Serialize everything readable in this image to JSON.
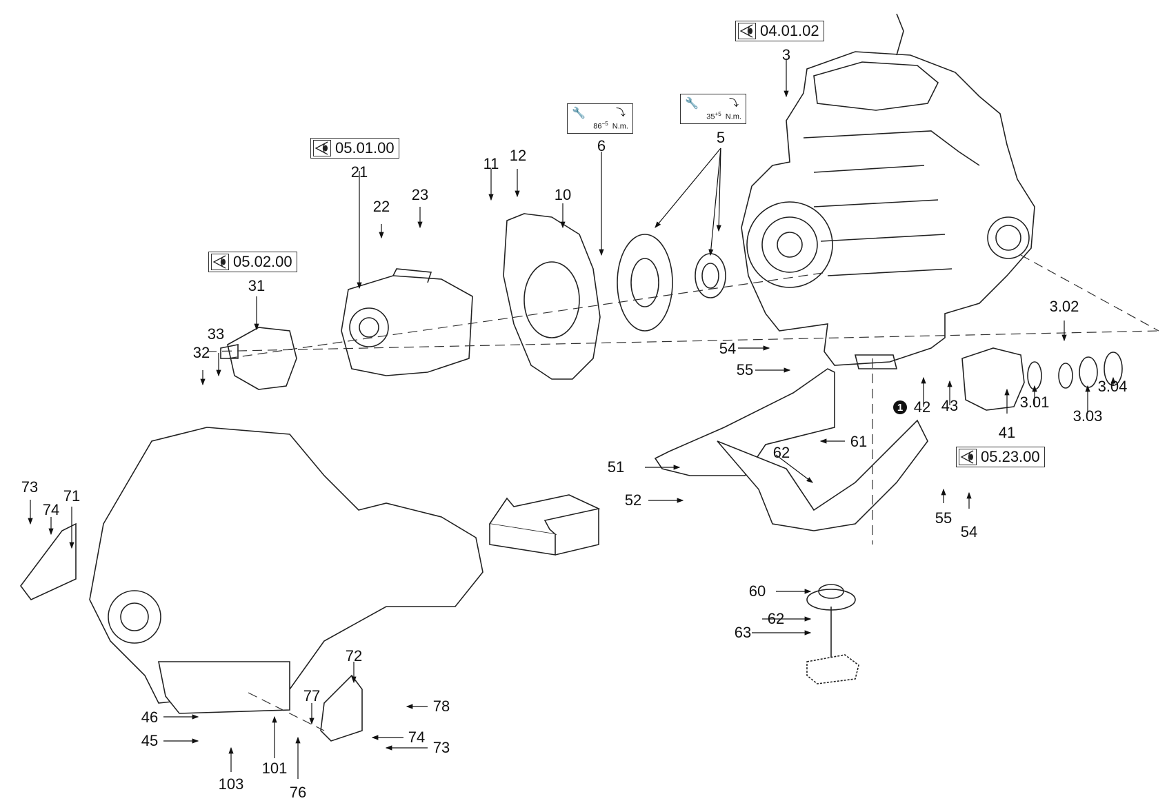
{
  "diagram": {
    "type": "exploded-parts-diagram",
    "subject": "engine assembly with hydraulic pumps and mounting brackets"
  },
  "references": [
    {
      "id": "ref-04-01-02",
      "label": "04.01.02"
    },
    {
      "id": "ref-05-01-00",
      "label": "05.01.00"
    },
    {
      "id": "ref-05-02-00",
      "label": "05.02.00"
    },
    {
      "id": "ref-05-23-00",
      "label": "05.23.00"
    }
  ],
  "torque_specs": [
    {
      "id": "torque-86",
      "value": "86",
      "tolerance": "−5",
      "unit": "N.m."
    },
    {
      "id": "torque-35",
      "value": "35",
      "tolerance": "+5",
      "unit": "N.m."
    }
  ],
  "note_badge": {
    "label": "1"
  },
  "part_labels": [
    "3",
    "5",
    "6",
    "10",
    "11",
    "12",
    "21",
    "22",
    "23",
    "31",
    "32",
    "33",
    "3.01",
    "3.02",
    "3.03",
    "3.04",
    "41",
    "42",
    "43",
    "51",
    "52",
    "54",
    "55",
    "54",
    "55",
    "60",
    "61",
    "62",
    "62",
    "63",
    "71",
    "72",
    "73",
    "73",
    "74",
    "74",
    "76",
    "77",
    "78",
    "45",
    "46",
    "101",
    "103"
  ]
}
